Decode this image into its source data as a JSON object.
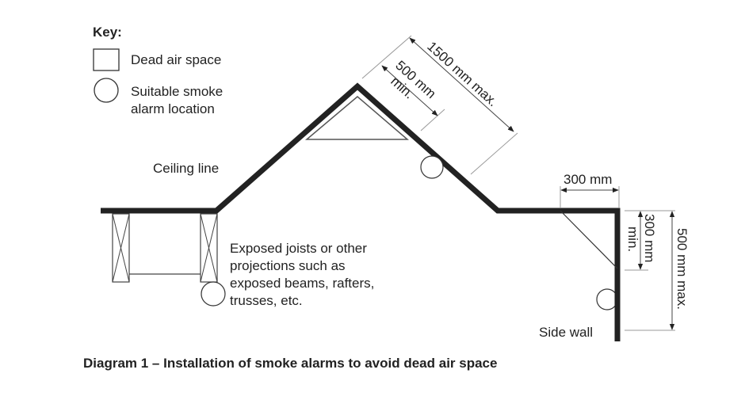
{
  "key": {
    "title": "Key:",
    "items": [
      {
        "symbol": "square",
        "label": "Dead air space"
      },
      {
        "symbol": "circle",
        "label_lines": [
          "Suitable smoke",
          "alarm location"
        ]
      }
    ]
  },
  "labels": {
    "ceiling_line": "Ceiling line",
    "joists_lines": [
      "Exposed joists or other",
      "projections such as",
      "exposed beams, rafters,",
      "trusses, etc."
    ],
    "side_wall": "Side wall"
  },
  "dimensions": {
    "slope_max": "1500 mm max.",
    "slope_min_lines": [
      "500 mm",
      "min."
    ],
    "wall_horizontal": "300 mm",
    "wall_min_lines": [
      "300 mm",
      "min."
    ],
    "wall_max": "500 mm max."
  },
  "caption": "Diagram 1 – Installation of smoke alarms to avoid dead air space",
  "colors": {
    "line": "#222222",
    "dim": "#999999"
  }
}
